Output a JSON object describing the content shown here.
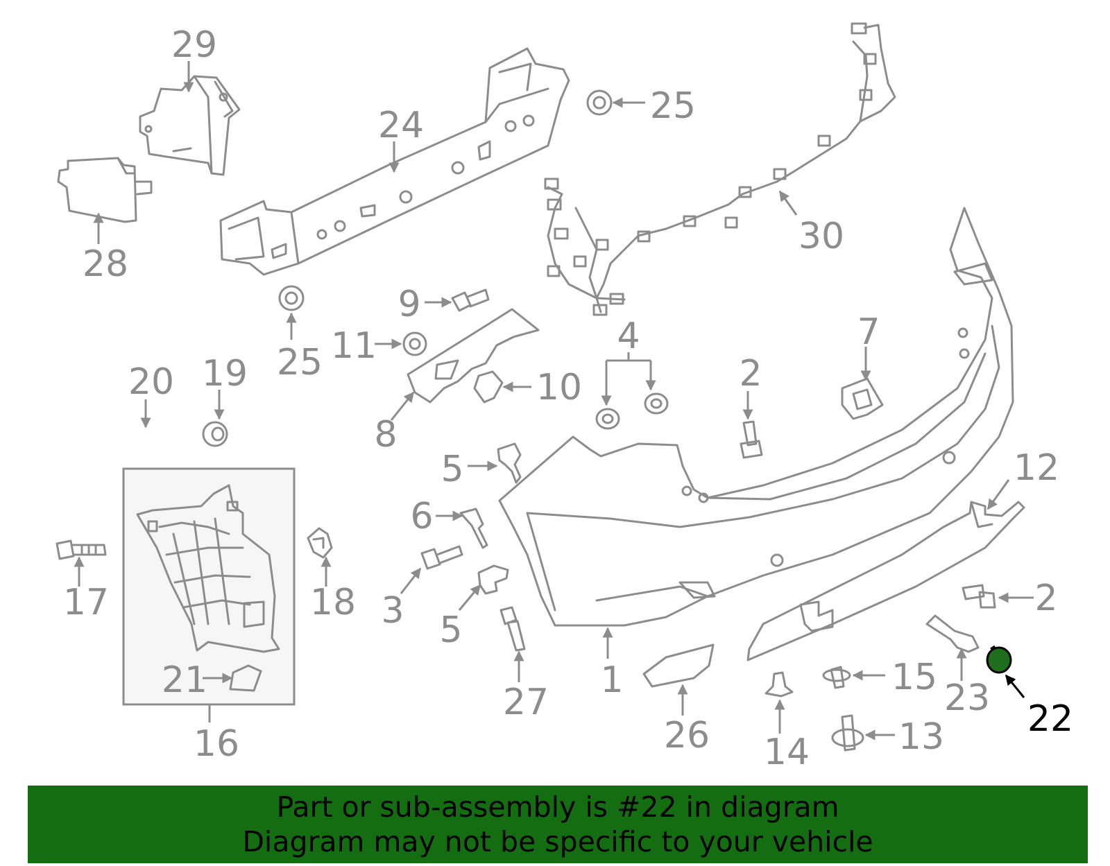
{
  "colors": {
    "line": "#8c8c8c",
    "highlight_part": "#1f6e1d",
    "banner_background": "#156d12",
    "banner_text": "#000000",
    "active_callout": "#000000"
  },
  "callouts": {
    "c1": "1",
    "c2a": "2",
    "c2b": "2",
    "c3": "3",
    "c4": "4",
    "c5a": "5",
    "c5b": "5",
    "c6": "6",
    "c7": "7",
    "c8": "8",
    "c9": "9",
    "c10": "10",
    "c11": "11",
    "c12": "12",
    "c13": "13",
    "c14": "14",
    "c15": "15",
    "c16": "16",
    "c17": "17",
    "c18": "18",
    "c19": "19",
    "c20": "20",
    "c21": "21",
    "c22": "22",
    "c23": "23",
    "c24": "24",
    "c25a": "25",
    "c25b": "25",
    "c26": "26",
    "c27": "27",
    "c28": "28",
    "c29": "29",
    "c30": "30"
  },
  "banner": {
    "line1": "Part or sub-assembly is #22 in diagram",
    "line2": "Diagram may not be specific to your vehicle"
  }
}
